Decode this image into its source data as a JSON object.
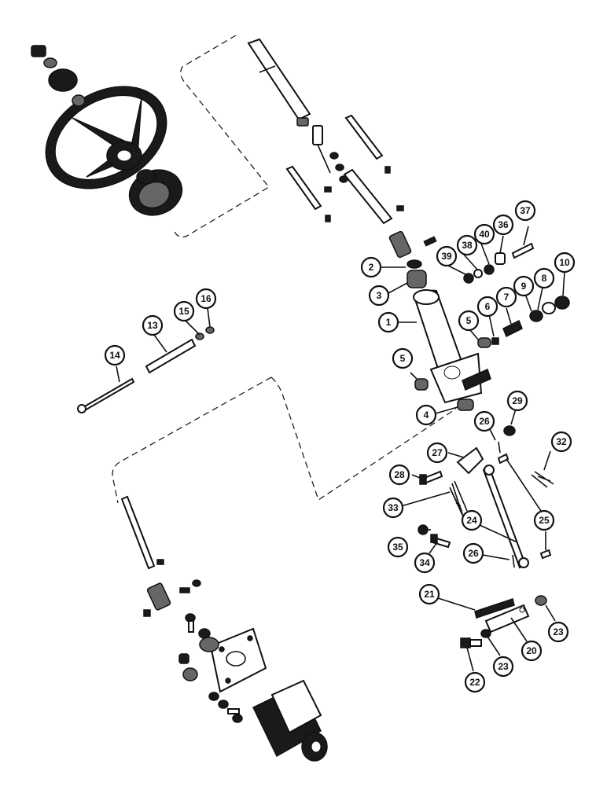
{
  "diagram": {
    "callouts": [
      {
        "label": "1"
      },
      {
        "label": "2"
      },
      {
        "label": "3"
      },
      {
        "label": "4"
      },
      {
        "label": "5"
      },
      {
        "label": "5"
      },
      {
        "label": "6"
      },
      {
        "label": "7"
      },
      {
        "label": "8"
      },
      {
        "label": "9"
      },
      {
        "label": "10"
      },
      {
        "label": "13"
      },
      {
        "label": "14"
      },
      {
        "label": "15"
      },
      {
        "label": "16"
      },
      {
        "label": "20"
      },
      {
        "label": "21"
      },
      {
        "label": "22"
      },
      {
        "label": "23"
      },
      {
        "label": "23"
      },
      {
        "label": "24"
      },
      {
        "label": "25"
      },
      {
        "label": "26"
      },
      {
        "label": "26"
      },
      {
        "label": "27"
      },
      {
        "label": "28"
      },
      {
        "label": "29"
      },
      {
        "label": "32"
      },
      {
        "label": "33"
      },
      {
        "label": "34"
      },
      {
        "label": "35"
      },
      {
        "label": "36"
      },
      {
        "label": "37"
      },
      {
        "label": "38"
      },
      {
        "label": "39"
      },
      {
        "label": "40"
      }
    ]
  }
}
